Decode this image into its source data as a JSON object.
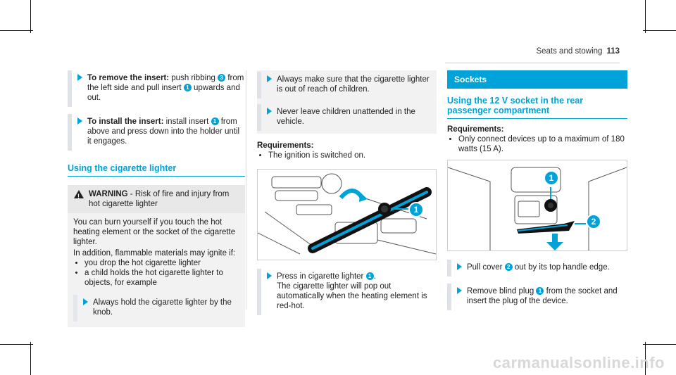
{
  "header": {
    "section": "Seats and stowing",
    "page": "113"
  },
  "col1": {
    "step1": {
      "bold": "To remove the insert:",
      "text1": " push ribbing ",
      "num1": "3",
      "text2": " from the left side and pull insert ",
      "num2": "1",
      "text3": " upwards and out."
    },
    "step2": {
      "bold": "To install the insert:",
      "text1": " install insert ",
      "num1": "1",
      "text2": " from above and press down into the holder until it engages."
    },
    "section_title": "Using the cigarette lighter",
    "warning": {
      "label": "WARNING",
      "title_rest": " - Risk of fire and injury from hot cigarette lighter",
      "p1": "You can burn yourself if you touch the hot heating element or the socket of the cigarette lighter.",
      "p2": "In addition, flammable materials may ignite if:",
      "items": [
        "you drop the hot cigarette lighter",
        "a child holds the hot cigarette lighter to objects, for example"
      ],
      "step": "Always hold the cigarette lighter by the knob."
    }
  },
  "col2": {
    "step1": "Always make sure that the cigarette lighter is out of reach of children.",
    "step2": "Never leave children unattended in the vehicle.",
    "req_label": "Requirements:",
    "req_items": [
      "The ignition is switched on."
    ],
    "figure_callout": "1",
    "step3": {
      "text1": "Press in cigarette lighter ",
      "num1": "1",
      "text2": ".",
      "text3": "The cigarette lighter will pop out automatically when the heating element is red-hot."
    }
  },
  "col3": {
    "header_bar": "Sockets",
    "section_title": "Using the 12 V socket in the rear passenger compartment",
    "req_label": "Requirements:",
    "req_items": [
      "Only connect devices up to a maximum of 180 watts (15 A)."
    ],
    "figure_callouts": [
      "1",
      "2"
    ],
    "step1": {
      "text1": "Pull cover ",
      "num1": "2",
      "text2": " out by its top handle edge."
    },
    "step2": {
      "text1": "Remove blind plug ",
      "num1": "1",
      "text2": " from the socket and insert the plug of the device."
    }
  },
  "watermark": "carmanualsonline.info"
}
